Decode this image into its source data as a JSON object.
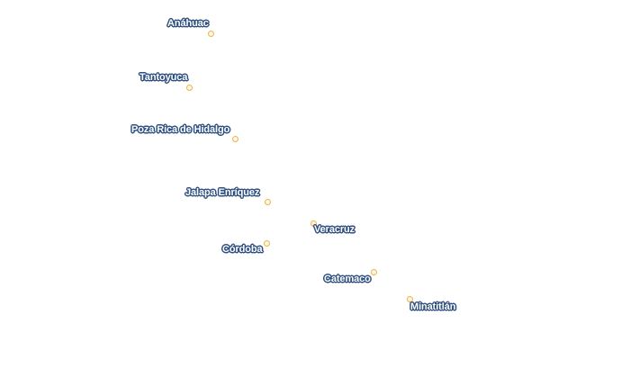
{
  "map": {
    "marker_color": "#e8b54e",
    "label_text_color": "#ffffff",
    "label_halo_color": "#2e4f7f",
    "cities": [
      {
        "name": "Anáhuac"
      },
      {
        "name": "Tantoyuca"
      },
      {
        "name": "Poza Rica de Hidalgo"
      },
      {
        "name": "Jalapa Enríquez"
      },
      {
        "name": "Veracruz"
      },
      {
        "name": "Córdoba"
      },
      {
        "name": "Catemaco"
      },
      {
        "name": "Minatitlán"
      }
    ]
  }
}
